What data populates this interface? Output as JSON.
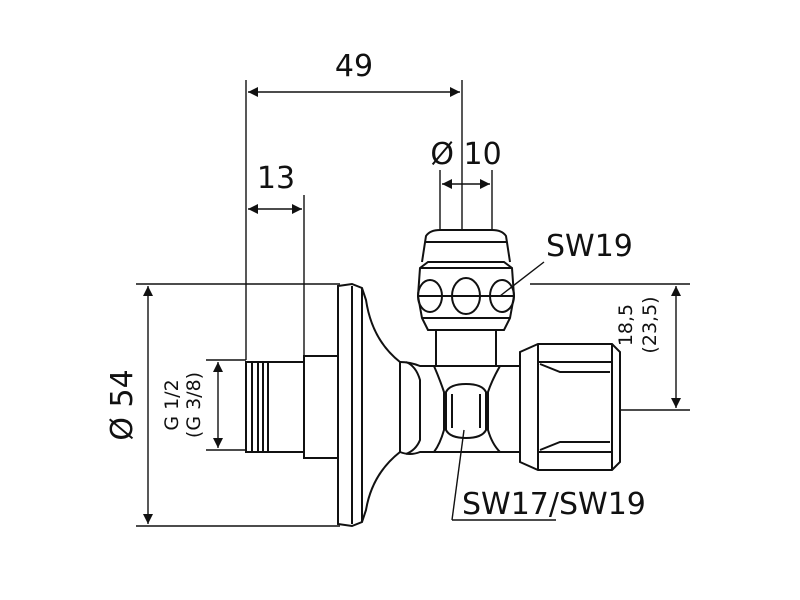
{
  "dimensions": {
    "overall_length": "49",
    "thread_length": "13",
    "stem_diameter": "Ø 10",
    "rosette_diameter": "Ø 54",
    "thread_size": "G 1/2",
    "thread_size_alt": "(G 3/8)",
    "outlet_offset": "18,5",
    "outlet_offset_alt": "(23,5)"
  },
  "callouts": {
    "top_nut": "SW19",
    "body_nut": "SW17/SW19"
  },
  "colors": {
    "line": "#111111",
    "background": "#ffffff"
  }
}
